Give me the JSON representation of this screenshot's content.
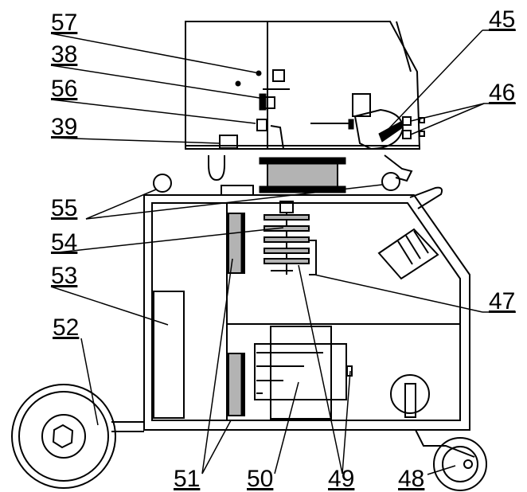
{
  "labels": {
    "l57": "57",
    "l38": "38",
    "l56": "56",
    "l39": "39",
    "l45": "45",
    "l46": "46",
    "l55": "55",
    "l54": "54",
    "l53": "53",
    "l52": "52",
    "l47": "47",
    "l51": "51",
    "l50": "50",
    "l49": "49",
    "l48": "48"
  },
  "colors": {
    "line": "#000000",
    "part_fill": "#b3b3b3",
    "background": "#ffffff"
  }
}
